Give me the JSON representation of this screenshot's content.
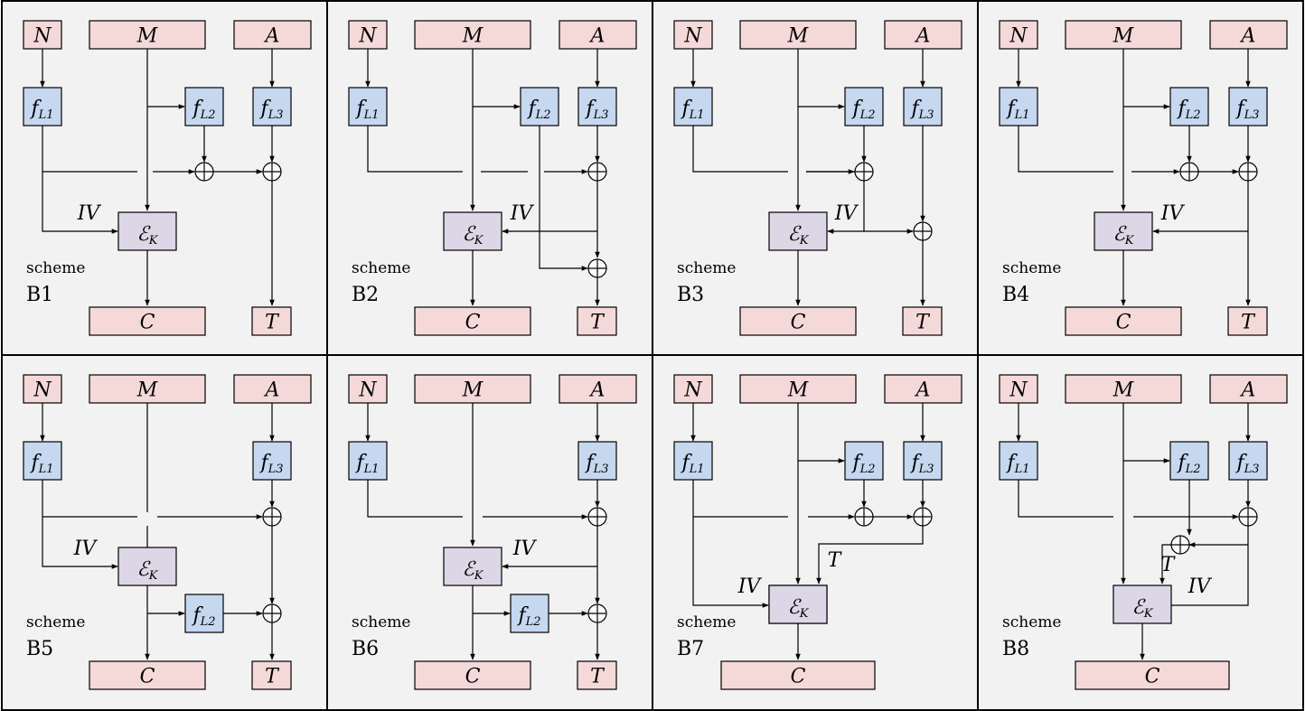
{
  "labels": {
    "nonce": "N",
    "message": "M",
    "assoc": "A",
    "cipher": "C",
    "tag": "T",
    "iv": "IV",
    "f_main": "f",
    "f1_sub": "L1",
    "f2_sub": "L2",
    "f3_sub": "L3",
    "enc_main": "ℰ",
    "enc_sub": "K"
  },
  "schemes": [
    {
      "caption_word": "scheme",
      "caption_id": "B1"
    },
    {
      "caption_word": "scheme",
      "caption_id": "B2"
    },
    {
      "caption_word": "scheme",
      "caption_id": "B3"
    },
    {
      "caption_word": "scheme",
      "caption_id": "B4"
    },
    {
      "caption_word": "scheme",
      "caption_id": "B5"
    },
    {
      "caption_word": "scheme",
      "caption_id": "B6"
    },
    {
      "caption_word": "scheme",
      "caption_id": "B7"
    },
    {
      "caption_word": "scheme",
      "caption_id": "B8"
    }
  ],
  "colors": {
    "input_box": "#f5d9d9",
    "function_box": "#c6d8f0",
    "cipher_box": "#ddd6e6",
    "panel_bg": "#f2f2f2"
  }
}
